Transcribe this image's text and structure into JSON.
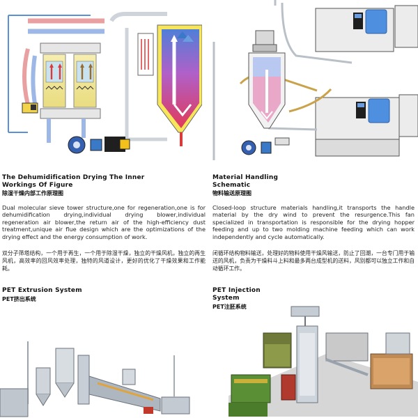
{
  "sections": [
    {
      "title_line1": "The Dehumidification Drying The Inner",
      "title_line2": "Workings Of Figure",
      "title_cn": "除湿干燥内部工作原理图",
      "body_en": "Dual molecular sieve tower structure,one for regeneration,one is for dehumidification drying,individual drying blower,individual regeneration air blower,the return air of the high-efficiency dust treatment,unique air flue design which are the optimizations of the drying effect and the energy consumption of work.",
      "body_cn": "双分子筛塔结构，一个用于再生，一个用于除湿干燥，独立的干燥风机，独立的再生风机，高效率的回风效率处理，独特的风道设计，更好的优化了干燥效果和工作能耗。"
    },
    {
      "title_line1": "Material Handling",
      "title_line2": "Schematic",
      "title_cn": "物料输送原理图",
      "body_en": "Closed-loop structure materials handling,it transports the handle material by the dry wind to prevent the resurgence.This fan specialized in transportation is responsible for the drying hopper feeding and up to two molding machine feeding which can work independently and cycle automatically.",
      "body_cn": "闭循环结构物料输送，处理好的物料使用干燥风输送，防止了回潮，一台专门用于输送的风机，负责为干燥料斗上料和最多两台成型机的送料，风别都可以独立工作和自动循环工作。"
    },
    {
      "title_line1": "PET Extrusion System",
      "title_cn": "PET挤出系统"
    },
    {
      "title_line1": "PET Injection",
      "title_line2": "System",
      "title_cn": "PET注胚系统"
    }
  ]
}
